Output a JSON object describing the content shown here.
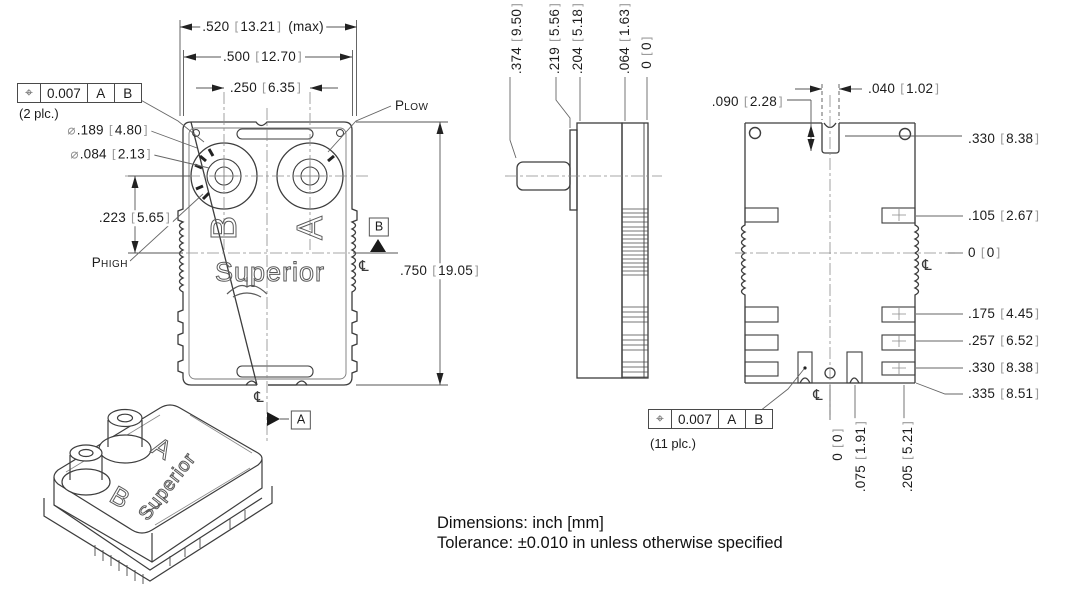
{
  "symbols": {
    "centerline": "℄",
    "position": "⌖",
    "diameter": "⌀",
    "bracket_open": "[",
    "bracket_close": "]"
  },
  "notes": {
    "line1": "Dimensions: inch [mm]",
    "line2": "Tolerance:  ±0.010 in unless otherwise specified"
  },
  "front_view": {
    "dim_width_max": {
      "value": ".520",
      "metric": "13.21",
      "suffix": "(max)"
    },
    "dim_width": {
      "value": ".500",
      "metric": "12.70"
    },
    "dim_port_spacing": {
      "value": ".250",
      "metric": "6.35"
    },
    "dia_port_outer": {
      "value": ".189",
      "metric": "4.80"
    },
    "dia_port_inner": {
      "value": ".084",
      "metric": "2.13"
    },
    "dim_port_offset": {
      "value": ".223",
      "metric": "5.65"
    },
    "dim_height": {
      "value": ".750",
      "metric": "19.05"
    },
    "port_high_label": {
      "prefix": "P",
      "subscript": "HIGH"
    },
    "port_low_label": {
      "prefix": "P",
      "subscript": "LOW"
    },
    "gdt": {
      "tolerance": "0.007",
      "datum_primary": "A",
      "datum_secondary": "B",
      "note": "(2 plc.)"
    },
    "datum_a": "A",
    "datum_b": "B",
    "port_a": "A",
    "port_b": "B",
    "brand": "Superior"
  },
  "side_view": {
    "dims": [
      {
        "value": ".374",
        "metric": "9.50"
      },
      {
        "value": ".219",
        "metric": "5.56"
      },
      {
        "value": ".204",
        "metric": "5.18"
      },
      {
        "value": ".064",
        "metric": "1.63"
      },
      {
        "value": "0",
        "metric": "0"
      }
    ]
  },
  "back_view": {
    "dim_notch_depth": {
      "value": ".090",
      "metric": "2.28"
    },
    "dim_notch_width": {
      "value": ".040",
      "metric": "1.02"
    },
    "right_dims": [
      {
        "value": ".330",
        "metric": "8.38"
      },
      {
        "value": ".105",
        "metric": "2.67"
      },
      {
        "value": "0",
        "metric": "0"
      },
      {
        "value": ".175",
        "metric": "4.45"
      },
      {
        "value": ".257",
        "metric": "6.52"
      },
      {
        "value": ".330",
        "metric": "8.38"
      },
      {
        "value": ".335",
        "metric": "8.51"
      }
    ],
    "bottom_dims": [
      {
        "value": "0",
        "metric": "0"
      },
      {
        "value": ".075",
        "metric": "1.91"
      },
      {
        "value": ".205",
        "metric": "5.21"
      }
    ],
    "gdt": {
      "tolerance": "0.007",
      "datum_primary": "A",
      "datum_secondary": "B",
      "note": "(11 plc.)"
    }
  },
  "iso_view": {
    "port_a": "A",
    "port_b": "B",
    "brand": "Superior"
  }
}
